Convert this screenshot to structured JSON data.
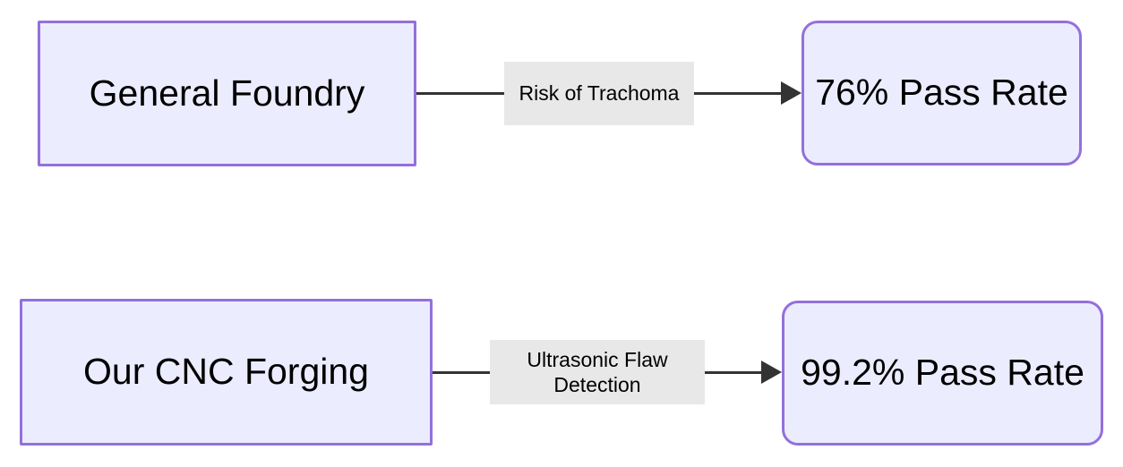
{
  "diagram": {
    "type": "flowchart-LR",
    "colors": {
      "node_fill": "#ECECFF",
      "node_border": "#9370DB",
      "edge": "#333333",
      "edge_label_bg": "#e8e8e8",
      "text": "#000000"
    },
    "flows": [
      {
        "source": {
          "label": "General Foundry",
          "shape": "rect"
        },
        "edge": {
          "label": "Risk of Trachoma"
        },
        "target": {
          "label": "76% Pass Rate",
          "shape": "rounded"
        }
      },
      {
        "source": {
          "label": "Our CNC Forging",
          "shape": "rect"
        },
        "edge": {
          "label": "Ultrasonic Flaw Detection"
        },
        "target": {
          "label": "99.2% Pass Rate",
          "shape": "rounded"
        }
      }
    ]
  }
}
